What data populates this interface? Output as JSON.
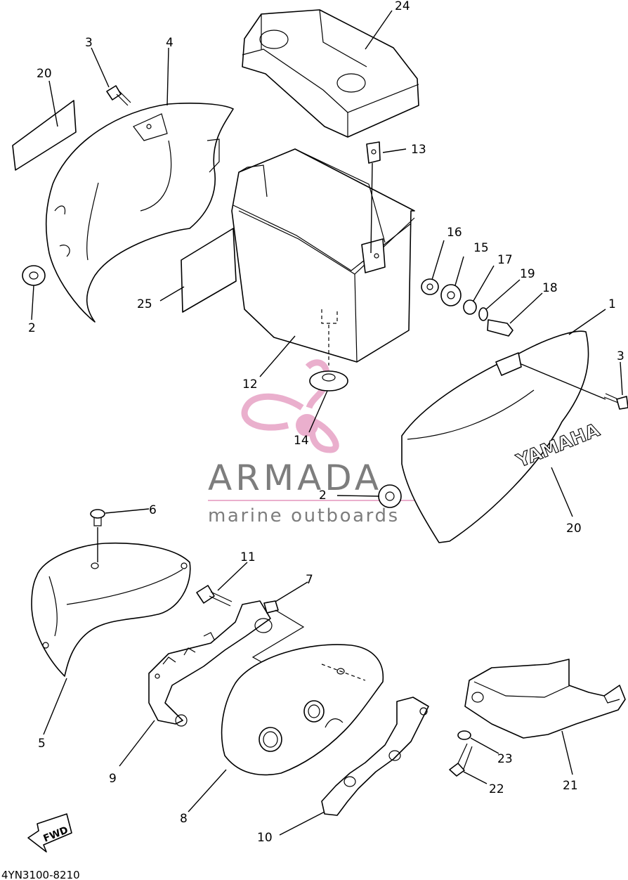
{
  "diagram_code": "4YN3100-8210",
  "watermark": {
    "brand": "ARMADA",
    "tagline": "marine outboards",
    "color_pink": "#e8a7c8",
    "color_gray": "#6f6f6f"
  },
  "decal_text": "YAMAHA",
  "direction_label": "FWD",
  "callouts": {
    "c1": "1",
    "c2a": "2",
    "c2b": "2",
    "c3a": "3",
    "c3b": "3",
    "c4": "4",
    "c5": "5",
    "c6": "6",
    "c7": "7",
    "c8": "8",
    "c9": "9",
    "c10": "10",
    "c11": "11",
    "c12": "12",
    "c13": "13",
    "c14": "14",
    "c15": "15",
    "c16": "16",
    "c17": "17",
    "c18": "18",
    "c19": "19",
    "c20a": "20",
    "c20b": "20",
    "c21": "21",
    "c22": "22",
    "c23": "23",
    "c24": "24",
    "c25": "25"
  }
}
